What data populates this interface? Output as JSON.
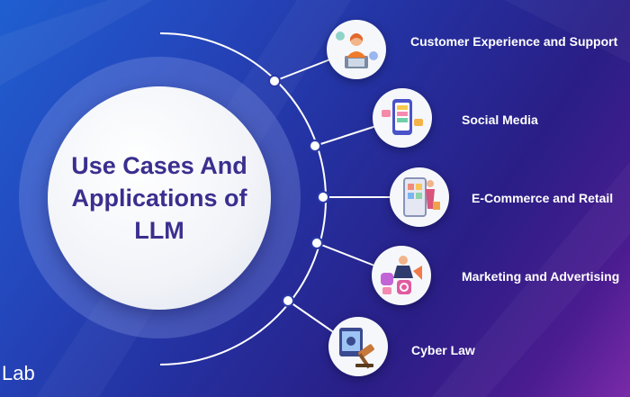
{
  "title": "Use Cases And Applications of LLM",
  "title_lines": [
    "Use Cases And",
    "Applications of",
    "LLM"
  ],
  "items": [
    {
      "label": "Customer Experience and Support",
      "icon": "customer-support-icon"
    },
    {
      "label": "Social Media",
      "icon": "social-media-icon"
    },
    {
      "label": "E-Commerce and Retail",
      "icon": "ecommerce-icon"
    },
    {
      "label": "Marketing and Advertising",
      "icon": "marketing-icon"
    },
    {
      "label": "Cyber Law",
      "icon": "cyber-law-icon"
    }
  ],
  "brand_text": "Lab",
  "colors": {
    "title": "#3a2f8f",
    "label": "#ffffff",
    "background_start": "#1f5fd0",
    "background_end": "#7a2aa8"
  }
}
